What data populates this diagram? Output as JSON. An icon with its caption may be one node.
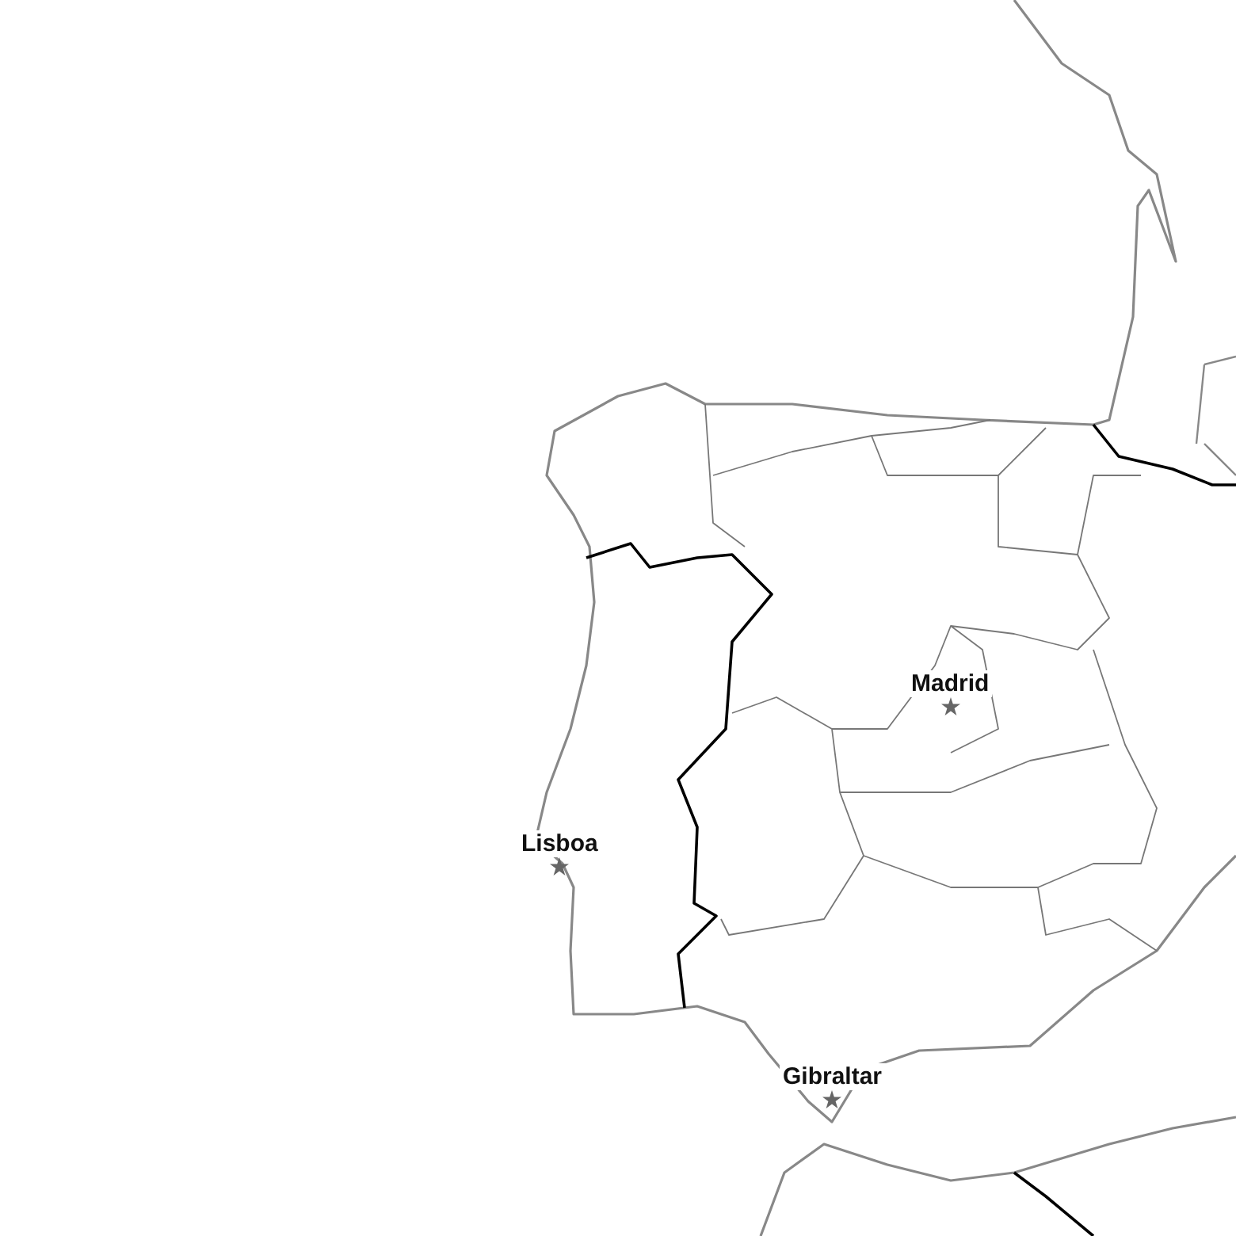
{
  "diagram": {
    "labels": [
      "Madrid",
      "Lisboa",
      "Gibraltar"
    ]
  }
}
